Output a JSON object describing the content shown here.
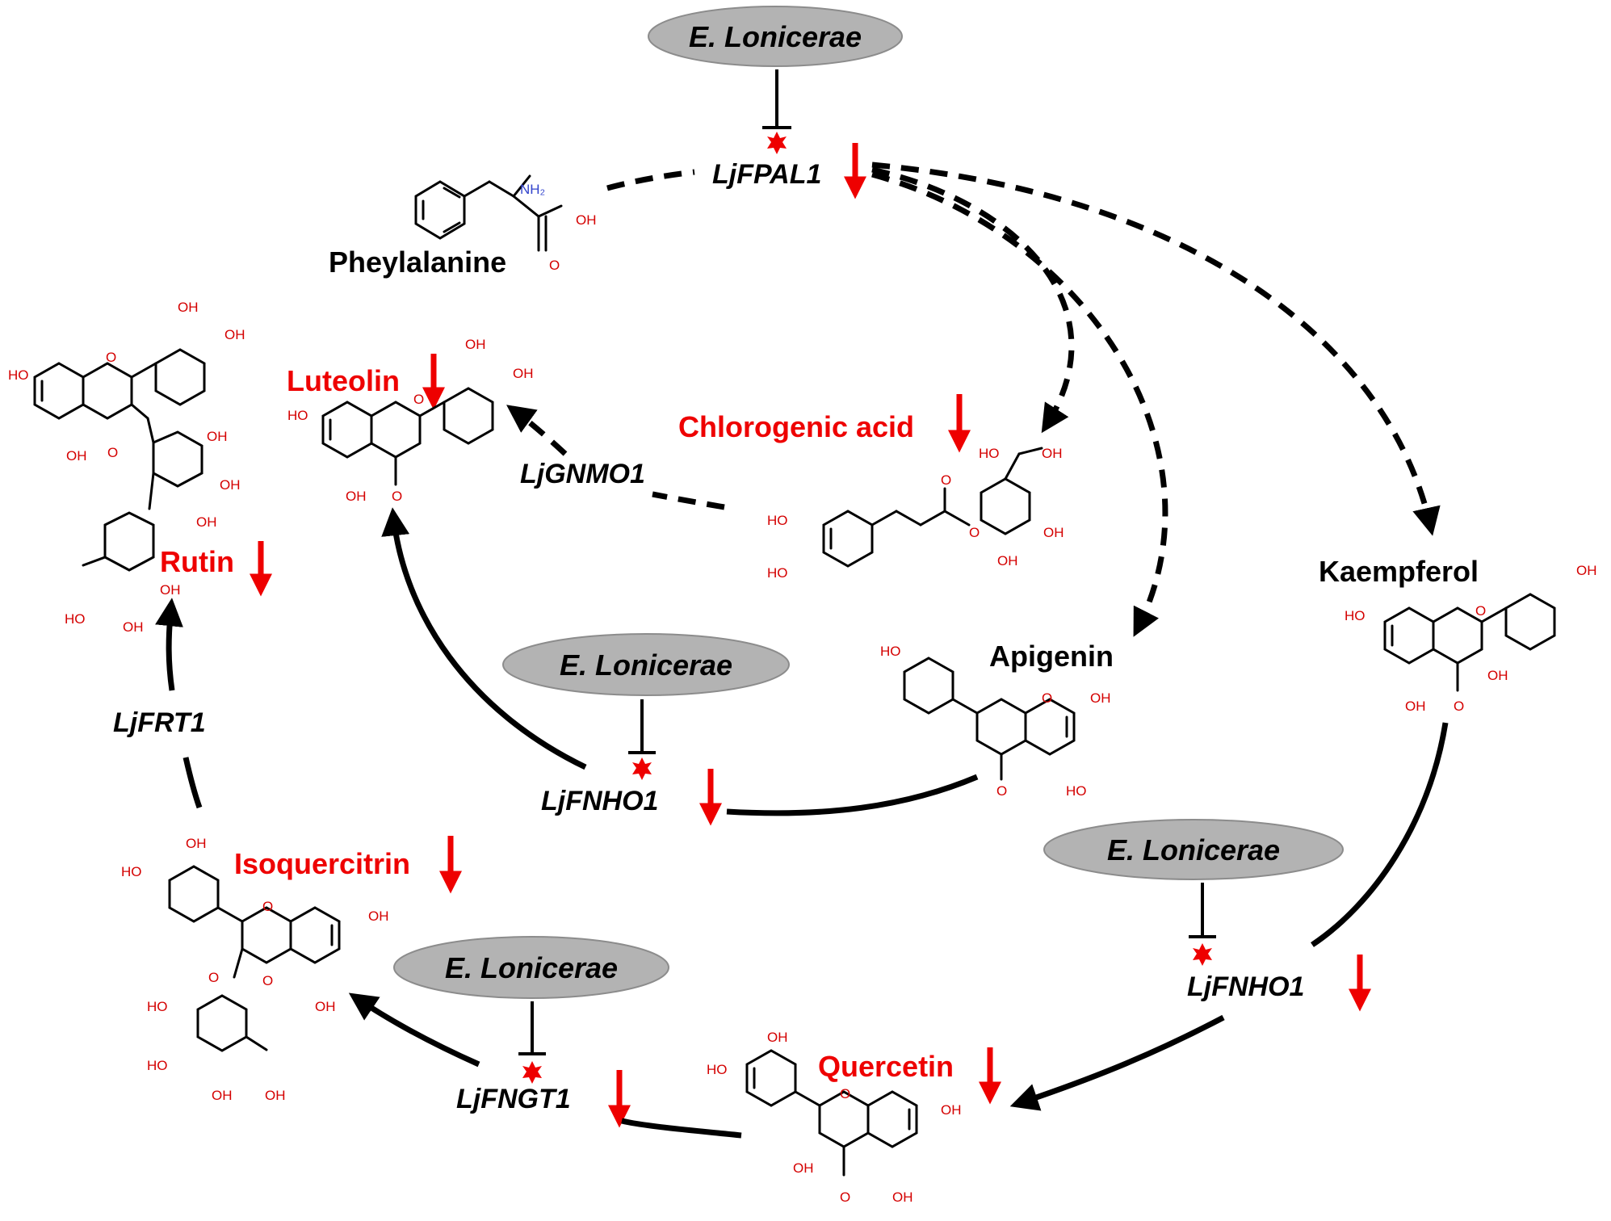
{
  "pathogen_label": "E. Lonicerae",
  "genes": {
    "fpal1": "LjFPAL1",
    "gnmo1": "LjGNMO1",
    "fnho1": "LjFNHO1",
    "frt1": "LjFRT1",
    "fngt1": "LjFNGT1"
  },
  "metabolites": {
    "phenylalanine": "Pheylalanine",
    "luteolin": "Luteolin",
    "chlorogenic_acid": "Chlorogenic acid",
    "rutin": "Rutin",
    "apigenin": "Apigenin",
    "kaempferol": "Kaempferol",
    "isoquercitrin": "Isoquercitrin",
    "quercetin": "Quercetin"
  },
  "atoms": {
    "oh": "OH",
    "ho": "HO",
    "o": "O",
    "nh2": "NH₂"
  },
  "colors": {
    "highlight": "#ee0000",
    "ellipse_fill": "#b3b3b3",
    "ellipse_stroke": "#8c8c8c",
    "arrow": "#000000"
  }
}
